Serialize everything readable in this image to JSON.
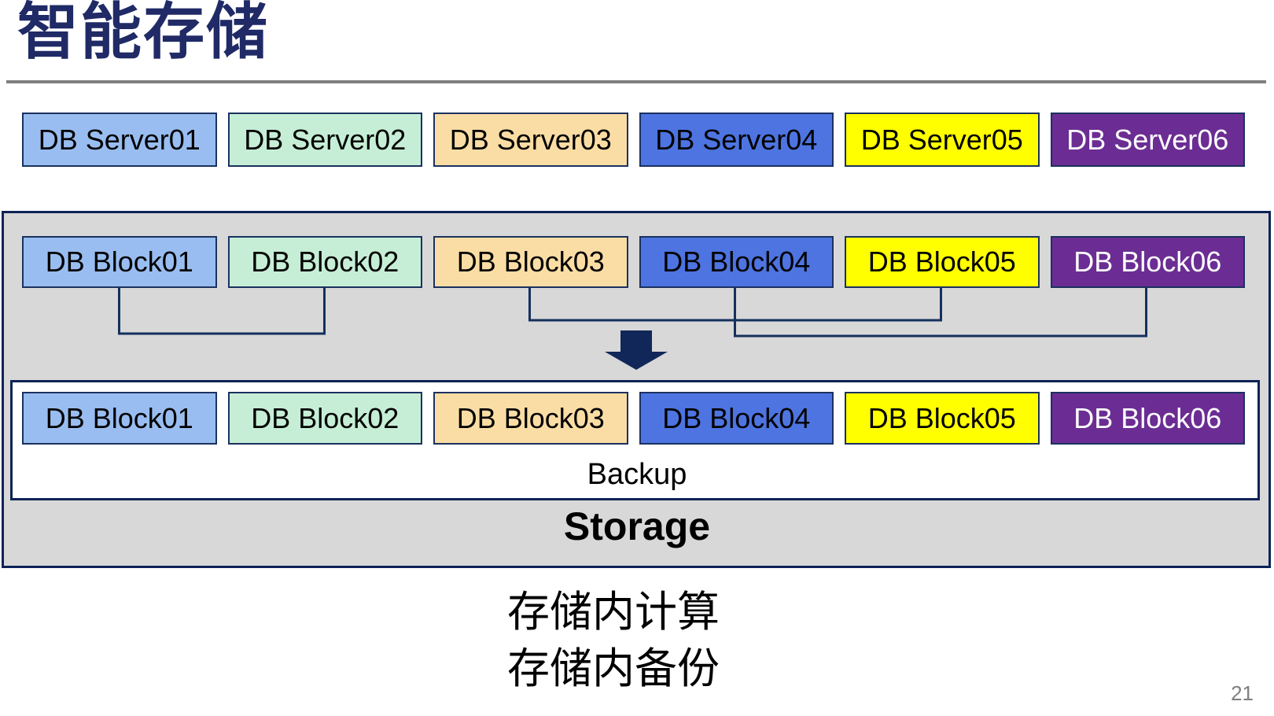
{
  "title": {
    "text": "智能存储"
  },
  "servers": [
    "DB Server01",
    "DB Server02",
    "DB Server03",
    "DB Server04",
    "DB Server05",
    "DB Server06"
  ],
  "blocks_top": [
    "DB Block01",
    "DB Block02",
    "DB Block03",
    "DB Block04",
    "DB Block05",
    "DB Block06"
  ],
  "blocks_bottom": [
    "DB Block01",
    "DB Block02",
    "DB Block03",
    "DB Block04",
    "DB Block05",
    "DB Block06"
  ],
  "storage": {
    "backup_label": "Backup",
    "storage_label": "Storage"
  },
  "connections": {
    "pairs": [
      [
        "DB Block01",
        "DB Block02"
      ],
      [
        "DB Block03",
        "DB Block05"
      ],
      [
        "DB Block04",
        "DB Block06"
      ]
    ]
  },
  "footer": {
    "lines": [
      "存储内计算",
      "存储内备份"
    ]
  },
  "page_number": "21",
  "colors": {
    "title": "#1F2A66",
    "separator": "#808080",
    "box_border": "#1B3160",
    "container_border": "#0D2357",
    "container_bg": "#D8D8D8",
    "connector": "#14305E",
    "arrow": "#122759",
    "page_number_color": "#7F7F7F",
    "fills": [
      "#99BDF0",
      "#C6EED6",
      "#FADDA4",
      "#4D74E0",
      "#FFFF00",
      "#6B2D93"
    ],
    "text_colors": [
      "#000000",
      "#000000",
      "#000000",
      "#000000",
      "#000000",
      "#FFFFFF"
    ]
  }
}
